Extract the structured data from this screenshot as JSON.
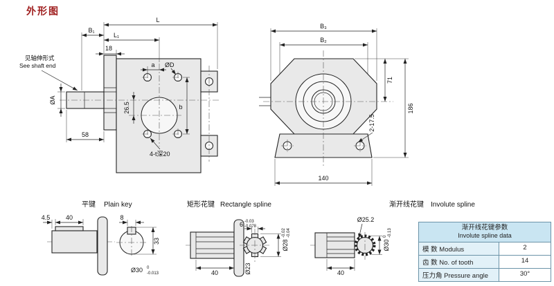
{
  "title": "外形图",
  "side_view": {
    "note_cn": "见轴伸形式",
    "note_en": "See shaft end",
    "dim_L": "L",
    "dim_B1": "B₁",
    "dim_L1": "L₁",
    "dim_18": "18",
    "dim_phiA": "ØA",
    "dim_phiD": "ØD",
    "dim_a": "a",
    "dim_b": "b",
    "dim_265": "26.5",
    "dim_58": "58",
    "holes_note": "4-t深20"
  },
  "front_view": {
    "dim_B3": "B₃",
    "dim_B2": "B₂",
    "dim_71": "71",
    "dim_186": "186",
    "dim_140": "140",
    "holes_note": "2-17.5"
  },
  "plain_key": {
    "label_cn": "平键",
    "label_en": "Plain key",
    "dim_45": "4.5",
    "dim_40": "40",
    "dim_8": "8",
    "dim_33": "33",
    "dia": "Ø30",
    "tol_hi": "0",
    "tol_lo": "-0.013"
  },
  "rect_spline": {
    "label_cn": "矩形花键",
    "label_en": "Rectangle spline",
    "dim_6": "6",
    "tol6_hi": "-0.03",
    "tol6_lo": "-0.078",
    "dim_40": "40",
    "dia_inner": "Ø23",
    "dia_outer": "Ø28",
    "tol28_hi": "-0.02",
    "tol28_lo": "-0.04"
  },
  "involute_spline": {
    "label_cn": "渐开线花键",
    "label_en": "Involute spline",
    "dia_tip": "Ø25.2",
    "dim_40": "40",
    "dia": "Ø30",
    "tol_hi": "0",
    "tol_lo": "-0.13"
  },
  "table": {
    "header_cn": "渐开线花键参数",
    "header_en": "Involute  spline data",
    "rows": [
      {
        "label": "模  数 Modulus",
        "value": "2"
      },
      {
        "label": "齿  数 No. of tooth",
        "value": "14"
      },
      {
        "label": "压力角 Pressure angle",
        "value": "30°"
      }
    ]
  }
}
